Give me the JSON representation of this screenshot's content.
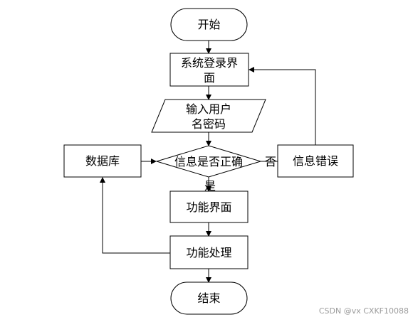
{
  "flowchart": {
    "start": "开始",
    "login_line1": "系统登录界",
    "login_line2": "面",
    "input_line1": "输入用户",
    "input_line2": "名密码",
    "decision": "信息是否正确",
    "no_label": "否",
    "yes_label": "是",
    "database": "数据库",
    "error": "信息错误",
    "function_ui": "功能界面",
    "function_proc": "功能处理",
    "end": "结束"
  },
  "watermark": "CSDN @vx  CXKF10088"
}
